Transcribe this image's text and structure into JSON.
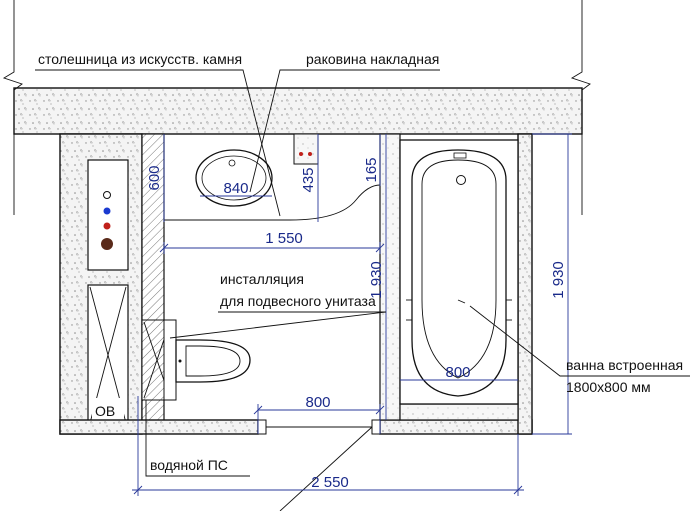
{
  "labels": {
    "countertop": "столешница из искусств. камня",
    "sink": "раковина накладная",
    "installation_line1": "инсталляция",
    "installation_line2": "для подвесного унитаза",
    "bath_line1": "ванна встроенная",
    "bath_line2": "1800х800 мм",
    "water_riser": "водяной ПС",
    "ov": "ОВ"
  },
  "dimensions": {
    "d600": "600",
    "d840": "840",
    "d435": "435",
    "d165": "165",
    "d1550": "1 550",
    "d1930_inner": "1 930",
    "d1930_outer": "1 930",
    "d800_bath": "800",
    "d800_door": "800",
    "d2550": "2 550"
  },
  "colors": {
    "line": "#111111",
    "dimension": "#1a2a8a",
    "pipe_hot": "#c0201a",
    "pipe_cold": "#1a3ad0",
    "drain": "#5a2a1a"
  }
}
